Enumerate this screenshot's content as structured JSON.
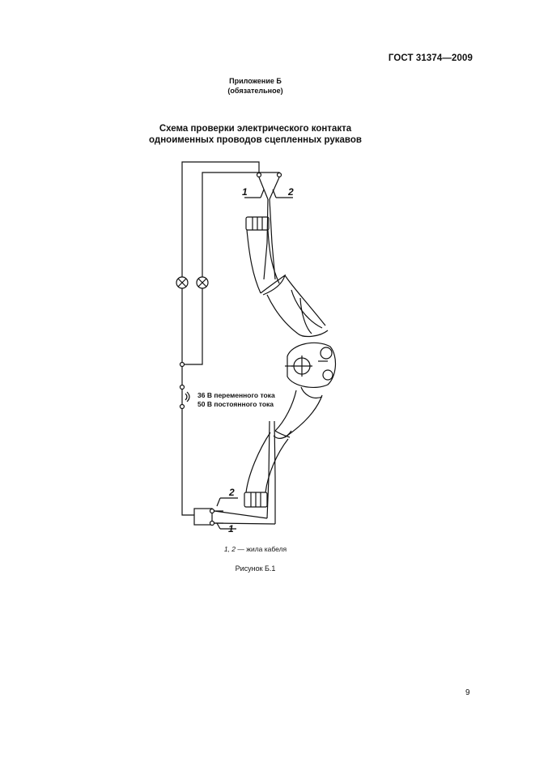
{
  "header": {
    "standard": "ГОСТ 31374—2009"
  },
  "appendix": {
    "line1": "Приложение Б",
    "line2": "(обязательное)"
  },
  "title": {
    "line1": "Схема проверки электрического контакта",
    "line2": "одноименных проводов сцепленных рукавов"
  },
  "figure": {
    "label_1": "1",
    "label_2": "2",
    "voltage_ac": "36 В переменного тока",
    "voltage_dc": "50 В постоянного тока"
  },
  "legend": {
    "numbers": "1, 2",
    "text": " — жила кабеля"
  },
  "figure_caption": "Рисунок Б.1",
  "page_number": "9",
  "colors": {
    "ink": "#111111",
    "paper": "#ffffff"
  }
}
